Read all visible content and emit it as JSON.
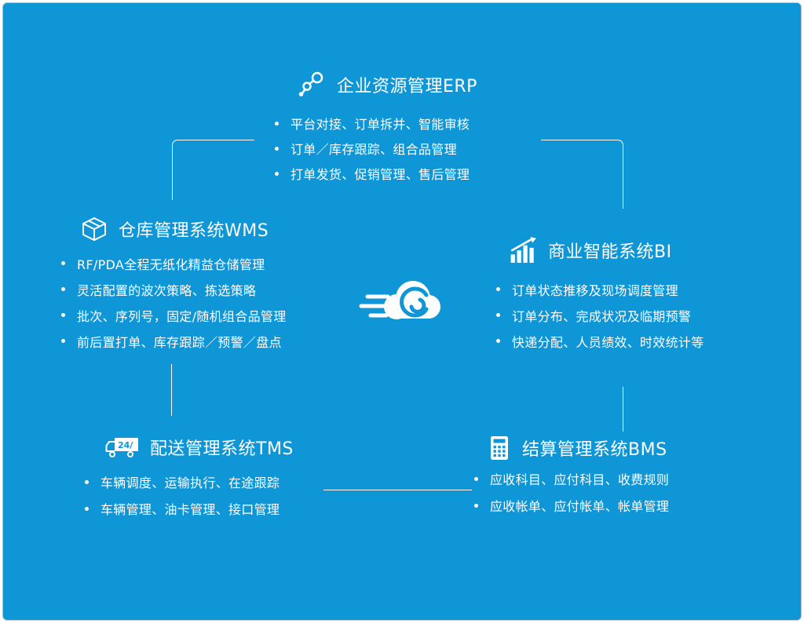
{
  "canvas": {
    "background_color": "#0f96d7",
    "text_color": "#ffffff",
    "center_icon": "cloud-swirl-icon"
  },
  "sections": {
    "erp": {
      "icon": "molecule-network-icon",
      "title": "企业资源管理ERP",
      "items": [
        "平台对接、订单拆并、智能审核",
        "订单／库存跟踪、组合品管理",
        "打单发货、促销管理、售后管理"
      ]
    },
    "wms": {
      "icon": "package-box-icon",
      "title": "仓库管理系统WMS",
      "items": [
        "RF/PDA全程无纸化精益仓储管理",
        "灵活配置的波次策略、拣选策略",
        "批次、序列号，固定/随机组合品管理",
        "前后置打单、库存跟踪／预警／盘点"
      ]
    },
    "bi": {
      "icon": "bar-chart-growth-icon",
      "title": "商业智能系统BI",
      "items": [
        "订单状态推移及现场调度管理",
        "订单分布、完成状况及临期预警",
        "快递分配、人员绩效、时效统计等"
      ]
    },
    "tms": {
      "icon": "delivery-truck-icon",
      "truck_label": "24/",
      "title": "配送管理系统TMS",
      "items": [
        "车辆调度、运输执行、在途跟踪",
        "车辆管理、油卡管理、接口管理"
      ]
    },
    "bms": {
      "icon": "calculator-icon",
      "title": "结算管理系统BMS",
      "items": [
        "应收科目、应付科目、收费规则",
        "应收帐单、应付帐单、帐单管理"
      ]
    }
  }
}
